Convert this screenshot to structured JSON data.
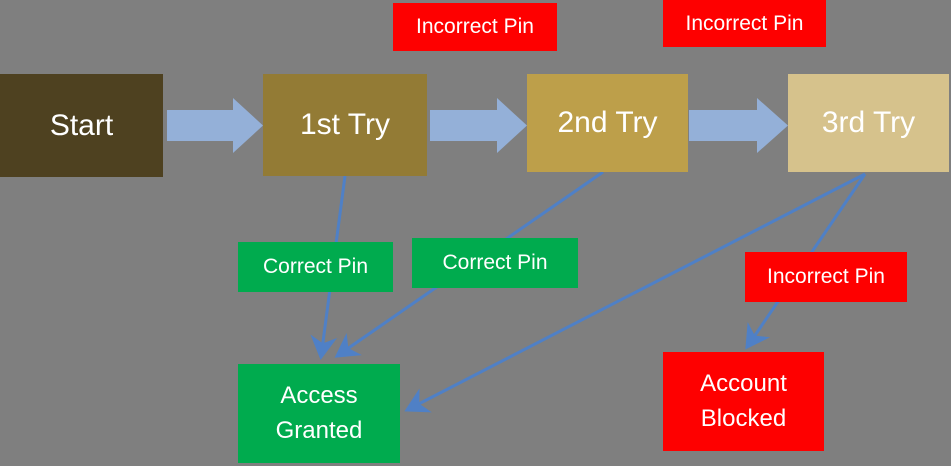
{
  "diagram": {
    "description": "PIN entry attempt flowchart",
    "nodes": {
      "start": {
        "label": "Start"
      },
      "try1": {
        "label": "1st Try"
      },
      "try2": {
        "label": "2nd Try"
      },
      "try3": {
        "label": "3rd Try"
      },
      "access_granted": {
        "label": "Access\nGranted"
      },
      "account_blocked": {
        "label": "Account\nBlocked"
      }
    },
    "edge_labels": {
      "incorrect_pin_1": {
        "label": "Incorrect Pin"
      },
      "incorrect_pin_2": {
        "label": "Incorrect Pin"
      },
      "incorrect_pin_3": {
        "label": "Incorrect Pin"
      },
      "correct_pin_1": {
        "label": "Correct Pin"
      },
      "correct_pin_2": {
        "label": "Correct Pin"
      }
    },
    "edges": [
      {
        "from": "start",
        "to": "try1",
        "type": "block-arrow"
      },
      {
        "from": "try1",
        "to": "try2",
        "type": "block-arrow",
        "label": "Incorrect Pin"
      },
      {
        "from": "try2",
        "to": "try3",
        "type": "block-arrow",
        "label": "Incorrect Pin"
      },
      {
        "from": "try1",
        "to": "access_granted",
        "type": "line-arrow",
        "label": "Correct Pin"
      },
      {
        "from": "try2",
        "to": "access_granted",
        "type": "line-arrow",
        "label": "Correct Pin"
      },
      {
        "from": "try3",
        "to": "access_granted",
        "type": "line-arrow"
      },
      {
        "from": "try3",
        "to": "account_blocked",
        "type": "line-arrow",
        "label": "Incorrect Pin"
      }
    ],
    "colors": {
      "background": "#7f7f7f",
      "start_box": "#4e4120",
      "try1_box": "#937b35",
      "try2_box": "#bd9f4a",
      "try3_box": "#d6c28c",
      "success_green": "#00ab4e",
      "failure_red": "#fe0000",
      "block_arrow_blue": "#94b0d8",
      "connector_blue": "#4f80c6",
      "text": "#ffffff"
    }
  }
}
